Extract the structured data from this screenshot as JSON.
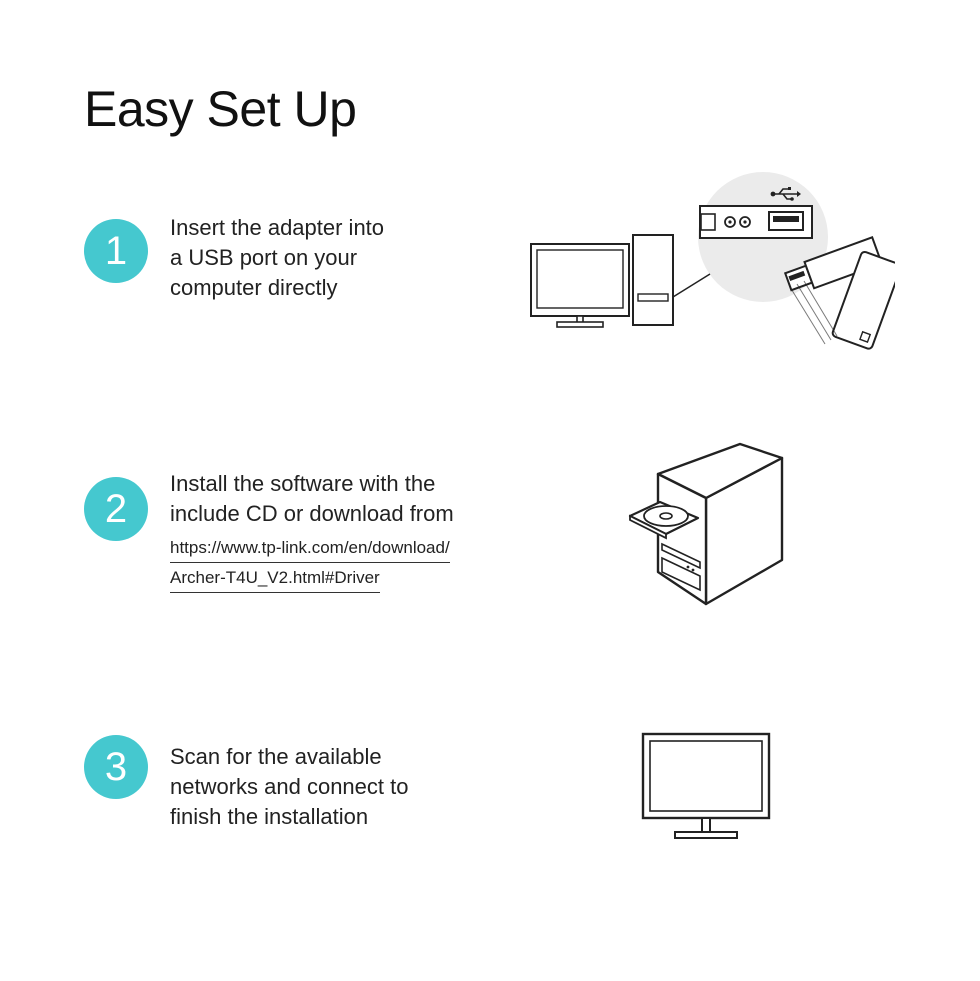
{
  "page": {
    "title": "Easy Set Up"
  },
  "steps": [
    {
      "number": "1",
      "lines": [
        "Insert the adapter into",
        "a USB port on your",
        "computer directly"
      ],
      "illustration": "computer-usb-adapter-icon"
    },
    {
      "number": "2",
      "lines": [
        "Install the software with the",
        "include CD or download from"
      ],
      "link_lines": [
        "https://www.tp-link.com/en/download/",
        "Archer-T4U_V2.html#Driver"
      ],
      "illustration": "tower-cd-drive-icon"
    },
    {
      "number": "3",
      "lines": [
        "Scan for the available",
        "networks and connect to",
        "finish the installation"
      ],
      "illustration": "monitor-icon"
    }
  ],
  "colors": {
    "accent": "#45c8cf",
    "text": "#111111",
    "zoom_bg": "#ebebeb"
  }
}
